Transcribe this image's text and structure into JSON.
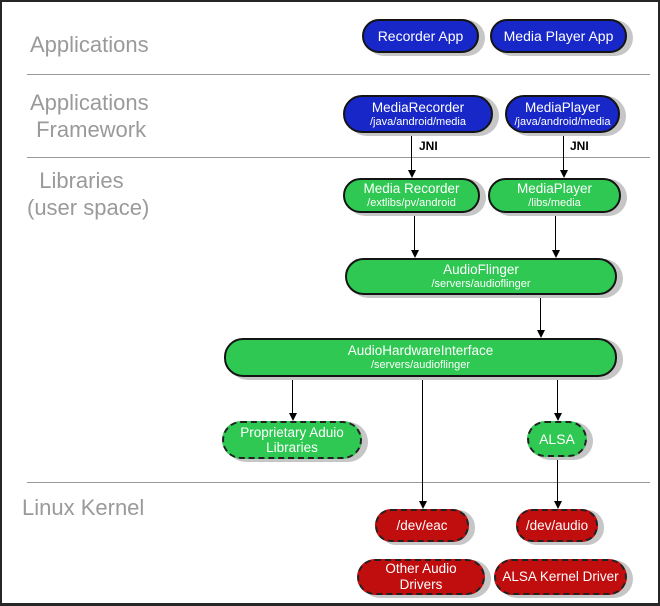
{
  "palette": {
    "blue": "#1727C8",
    "green": "#2EC852",
    "red": "#C00D0D",
    "shadow_gray": "#C6C6C6",
    "label_gray": "#9A9A9A",
    "divider_gray": "#999999"
  },
  "sections": {
    "applications": {
      "label": "Applications"
    },
    "framework": {
      "label": "Applications\n Framework"
    },
    "libraries": {
      "label": "  Libraries\n(user space)"
    },
    "kernel": {
      "label": "Linux Kernel"
    }
  },
  "edges": {
    "jni_left": "JNI",
    "jni_right": "JNI"
  },
  "nodes": {
    "recorder_app": {
      "title": "Recorder App"
    },
    "media_player_app": {
      "title": "Media Player App"
    },
    "media_recorder_framework": {
      "title": "MediaRecorder",
      "subtitle": "/java/android/media"
    },
    "media_player_framework": {
      "title": "MediaPlayer",
      "subtitle": "/java/android/media"
    },
    "media_recorder_library": {
      "title": "Media Recorder",
      "subtitle": "/extlibs/pv/android"
    },
    "media_player_library": {
      "title": "MediaPlayer",
      "subtitle": "/libs/media"
    },
    "audio_flinger": {
      "title": "AudioFlinger",
      "subtitle": "/servers/audioflinger"
    },
    "audio_hardware_interface": {
      "title": "AudioHardwareInterface",
      "subtitle": "/servers/audioflinger"
    },
    "proprietary_audio_libraries": {
      "title": "Proprietary Aduio Libraries"
    },
    "alsa": {
      "title": "ALSA"
    },
    "dev_eac": {
      "title": "/dev/eac"
    },
    "dev_audio": {
      "title": "/dev/audio"
    },
    "other_audio_drivers": {
      "title": "Other Audio Drivers"
    },
    "alsa_kernel_driver": {
      "title": "ALSA Kernel Driver"
    }
  }
}
